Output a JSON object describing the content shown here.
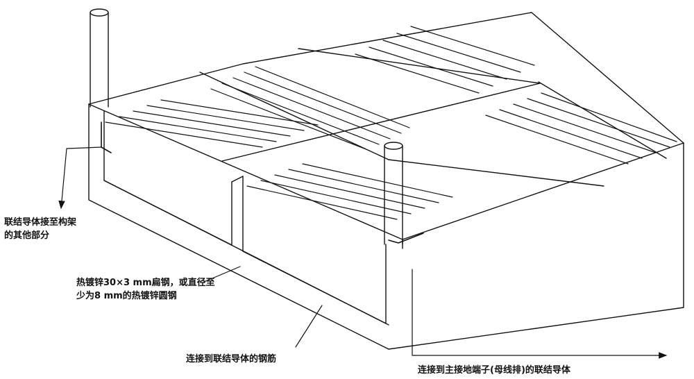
{
  "labels": {
    "frame_bond_line1": "联结导体接至构架",
    "frame_bond_line2": "的其他部分",
    "steel_spec_line1": "热镀锌30×3 mm扁钢，或直径至",
    "steel_spec_line2": "少为8 mm的热镀锌圆钢",
    "rebar_bond": "连接到联结导体的钢筋",
    "main_earth_bond": "连接到主接地端子(母线排)的联结导体"
  },
  "colors": {
    "stroke": "#111111",
    "background": "#ffffff"
  }
}
